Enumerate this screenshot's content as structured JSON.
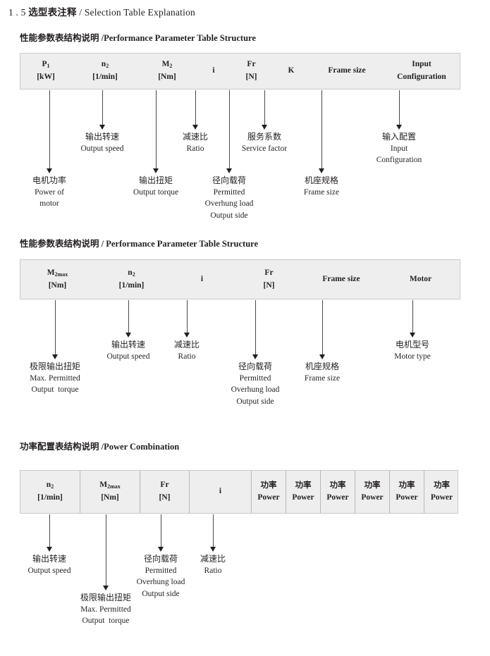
{
  "page": {
    "section_number": "1 . 5",
    "section_title_zh": "选型表注释",
    "section_title_sep": "/",
    "section_title_en": "Selection Table Explanation"
  },
  "sections": [
    {
      "heading_zh": "性能参数表结构说明",
      "heading_sep": "/",
      "heading_en": "Performance Parameter Table Structure",
      "table": {
        "style": "plain",
        "columns": [
          {
            "symbol": "P",
            "sub": "1",
            "unit": "[kW]"
          },
          {
            "symbol": "n",
            "sub": "2",
            "unit": "[1/min]"
          },
          {
            "symbol": "M",
            "sub": "2",
            "unit": "[Nm]"
          },
          {
            "symbol": "i",
            "sub": "",
            "unit": ""
          },
          {
            "symbol": "Fr",
            "sub": "",
            "unit": "[N]"
          },
          {
            "symbol": "K",
            "sub": "",
            "unit": ""
          },
          {
            "symbol": "Frame size",
            "sub": "",
            "unit": ""
          },
          {
            "symbol": "Input",
            "sub": "",
            "unit": "Configuration"
          }
        ]
      },
      "annotations": [
        {
          "zh": "电机功率",
          "en": [
            "Power of",
            "motor"
          ]
        },
        {
          "zh": "输出转速",
          "en": [
            "Output speed"
          ]
        },
        {
          "zh": "输出扭矩",
          "en": [
            "Output torque"
          ]
        },
        {
          "zh": "减速比",
          "en": [
            "Ratio"
          ]
        },
        {
          "zh": "径向载荷",
          "en": [
            "Permitted",
            "Overhung load",
            "Output side"
          ]
        },
        {
          "zh": "服务系数",
          "en": [
            "Service factor"
          ]
        },
        {
          "zh": "机座规格",
          "en": [
            "Frame size"
          ]
        },
        {
          "zh": "输入配置",
          "en": [
            "Input",
            "Configuration"
          ]
        }
      ]
    },
    {
      "heading_zh": "性能参数表结构说明",
      "heading_sep": "/",
      "heading_en": "Performance Parameter Table Structure",
      "table": {
        "style": "plain",
        "columns": [
          {
            "symbol": "M",
            "sub": "2max",
            "unit": "[Nm]"
          },
          {
            "symbol": "n",
            "sub": "2",
            "unit": "[1/min]"
          },
          {
            "symbol": "i",
            "sub": "",
            "unit": ""
          },
          {
            "symbol": "Fr",
            "sub": "",
            "unit": "[N]"
          },
          {
            "symbol": "Frame size",
            "sub": "",
            "unit": ""
          },
          {
            "symbol": "Motor",
            "sub": "",
            "unit": ""
          }
        ]
      },
      "annotations": [
        {
          "zh": "极限输出扭矩",
          "en": [
            "Max. Permitted",
            "Output  torque"
          ]
        },
        {
          "zh": "输出转速",
          "en": [
            "Output speed"
          ]
        },
        {
          "zh": "减速比",
          "en": [
            "Ratio"
          ]
        },
        {
          "zh": "径向载荷",
          "en": [
            "Permitted",
            "Overhung load",
            "Output side"
          ]
        },
        {
          "zh": "机座规格",
          "en": [
            "Frame size"
          ]
        },
        {
          "zh": "电机型号",
          "en": [
            "Motor type"
          ]
        }
      ]
    },
    {
      "heading_zh": "功率配置表结构说明",
      "heading_sep": "/",
      "heading_en": "Power Combination",
      "table": {
        "style": "ruled",
        "columns": [
          {
            "symbol": "n",
            "sub": "2",
            "unit": "[1/min]"
          },
          {
            "symbol": "M",
            "sub": "2max",
            "unit": "[Nm]"
          },
          {
            "symbol": "Fr",
            "sub": "",
            "unit": "[N]"
          },
          {
            "symbol": "i",
            "sub": "",
            "unit": ""
          },
          {
            "symbol": "功率",
            "sub": "",
            "unit": "Power"
          },
          {
            "symbol": "功率",
            "sub": "",
            "unit": "Power"
          },
          {
            "symbol": "功率",
            "sub": "",
            "unit": "Power"
          },
          {
            "symbol": "功率",
            "sub": "",
            "unit": "Power"
          },
          {
            "symbol": "功率",
            "sub": "",
            "unit": "Power"
          },
          {
            "symbol": "功率",
            "sub": "",
            "unit": "Power"
          }
        ]
      },
      "annotations": [
        {
          "zh": "输出转速",
          "en": [
            "Output speed"
          ]
        },
        {
          "zh": "极限输出扭矩",
          "en": [
            "Max. Permitted",
            "Output  torque"
          ]
        },
        {
          "zh": "径向载荷",
          "en": [
            "Permitted",
            "Overhung load",
            "Output side"
          ]
        },
        {
          "zh": "减速比",
          "en": [
            "Ratio"
          ]
        }
      ]
    }
  ]
}
